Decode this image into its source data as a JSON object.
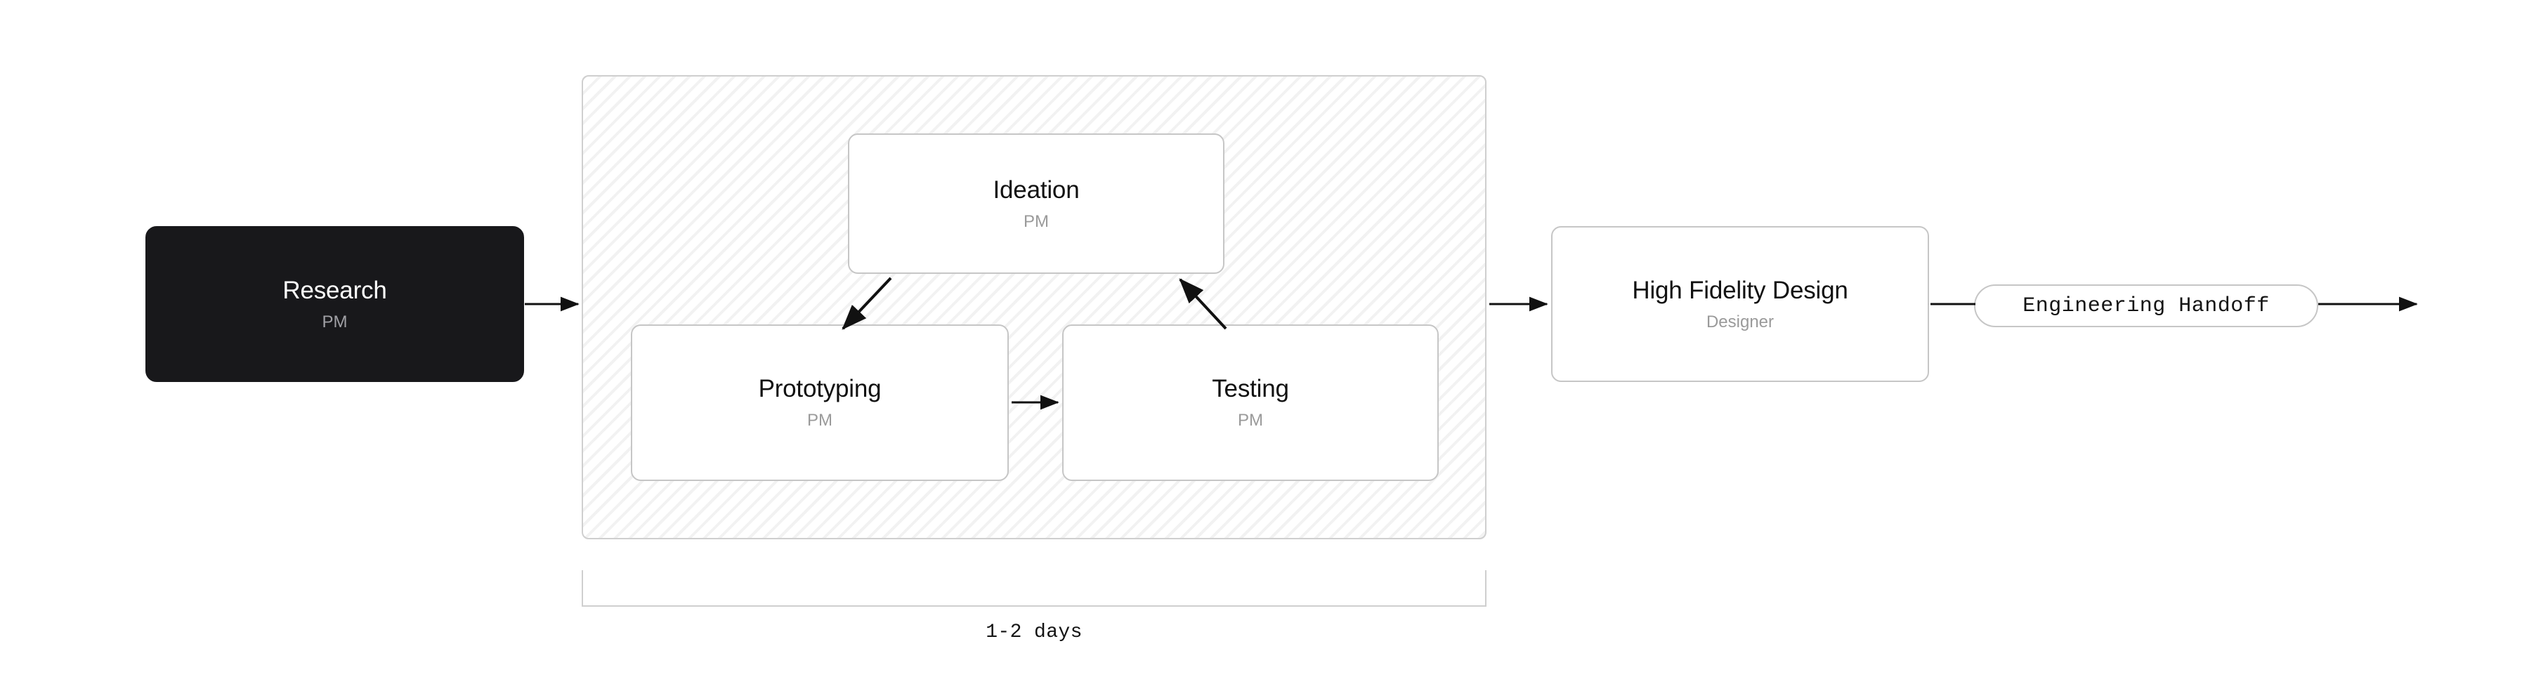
{
  "diagram": {
    "type": "process-flow",
    "background_color": "#ffffff",
    "accent_dark": "#18181b",
    "border_color": "#c6c6c6",
    "muted_text_color": "#9a9a9a"
  },
  "nodes": {
    "research": {
      "title": "Research",
      "subtitle": "PM",
      "style": "dark"
    },
    "ideation": {
      "title": "Ideation",
      "subtitle": "PM",
      "style": "light"
    },
    "prototyping": {
      "title": "Prototyping",
      "subtitle": "PM",
      "style": "light"
    },
    "testing": {
      "title": "Testing",
      "subtitle": "PM",
      "style": "light"
    },
    "high_fidelity": {
      "title": "High Fidelity Design",
      "subtitle": "Designer",
      "style": "light"
    }
  },
  "pill": {
    "label": "Engineering Handoff"
  },
  "group": {
    "hatched": true,
    "duration_label": "1-2 days"
  },
  "edges": [
    {
      "from": "research",
      "to": "group",
      "kind": "straight-arrow"
    },
    {
      "from": "ideation",
      "to": "prototyping",
      "kind": "diagonal-arrow"
    },
    {
      "from": "prototyping",
      "to": "testing",
      "kind": "straight-arrow"
    },
    {
      "from": "testing",
      "to": "ideation",
      "kind": "diagonal-arrow"
    },
    {
      "from": "group",
      "to": "high_fidelity",
      "kind": "straight-arrow"
    },
    {
      "from": "high_fidelity",
      "to": "pill",
      "kind": "line"
    },
    {
      "from": "pill",
      "to": "exit",
      "kind": "straight-arrow"
    }
  ]
}
